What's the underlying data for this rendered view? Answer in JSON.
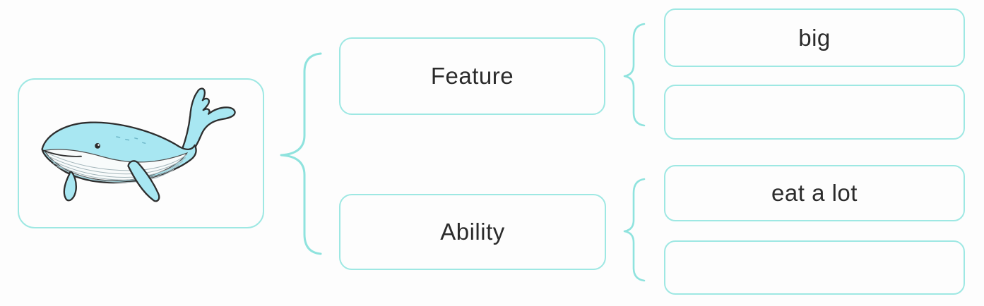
{
  "palette": {
    "background": "#fdfdfd",
    "box-border": "#9ee8e3",
    "brace": "#8fe3de",
    "text-color": "#2b2b2b",
    "whale-body": "#a8e7f2",
    "whale-belly": "#f8fbfb",
    "whale-outline": "#2e2e2e",
    "whale-ridge": "#a3b5ba"
  },
  "diagram": {
    "subject_image": "whale-illustration",
    "groups": [
      {
        "label": "Feature",
        "answers": [
          {
            "value": "big"
          },
          {
            "value": ""
          }
        ]
      },
      {
        "label": "Ability",
        "answers": [
          {
            "value": "eat a lot"
          },
          {
            "value": ""
          }
        ]
      }
    ]
  }
}
